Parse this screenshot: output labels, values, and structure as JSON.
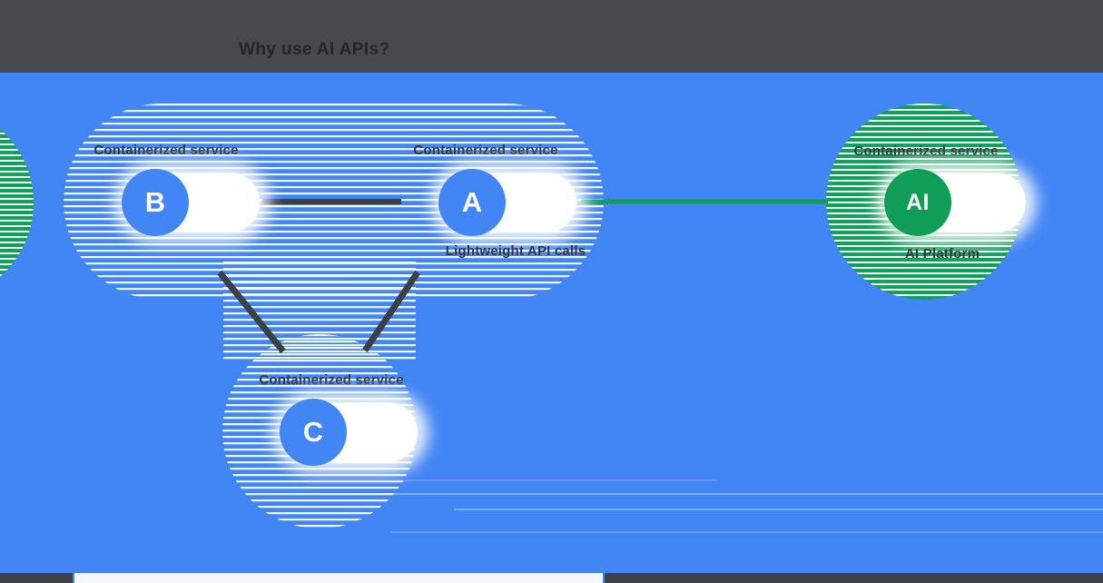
{
  "header": {
    "title": "Why use AI APIs?"
  },
  "nodes": {
    "b": {
      "letter": "B",
      "label": "Containerized service"
    },
    "a": {
      "letter": "A",
      "label": "Containerized service",
      "sublabel": "Lightweight API calls"
    },
    "c": {
      "letter": "C",
      "label": "Containerized service"
    },
    "ai": {
      "letter": "AI",
      "label": "Containerized service",
      "sublabel": "AI Platform"
    }
  },
  "colors": {
    "background": "#4285F4",
    "header_bar": "#46494D",
    "service_blue": "#4285F4",
    "ai_green": "#0F9D58",
    "connector_dark": "#3C4043",
    "connector_green": "#0F9D58",
    "label_text": "#33373B",
    "pill_white": "#FFFFFF"
  }
}
